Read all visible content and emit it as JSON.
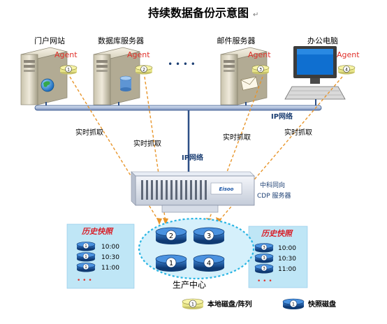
{
  "title": "持续数据备份示意图",
  "title_mark": "↵",
  "hosts": [
    {
      "label": "门户网站",
      "agent": "Agent",
      "disk": "1"
    },
    {
      "label": "数据库服务器",
      "agent": "Agent",
      "disk": "2"
    },
    {
      "label": "邮件服务器",
      "agent": "Agent",
      "disk": "3"
    },
    {
      "label": "办公电脑",
      "agent": "Agent",
      "disk": "4"
    }
  ],
  "dots": "• • • •",
  "network_top": "IP网络",
  "network_mid": "IP网络",
  "capture_labels": [
    "实时抓取",
    "实时抓取",
    "实时抓取",
    "实时抓取"
  ],
  "server": {
    "brand": "Eisoo",
    "line1": "中科同向",
    "line2": "CDP 服务器"
  },
  "center": {
    "label": "生产中心",
    "disks": [
      "2",
      "3",
      "1",
      "4"
    ]
  },
  "history_left": {
    "title": "历史快照",
    "times": [
      "10:00",
      "10:30",
      "11:00"
    ],
    "disk": "1",
    "more": "• • •"
  },
  "history_right": {
    "title": "历史快照",
    "times": [
      "10:00",
      "10:30",
      "11:00"
    ],
    "disk": "3",
    "more": "• • •"
  },
  "legend": [
    {
      "label": "本地磁盘/阵列",
      "disk": "1"
    },
    {
      "label": "快照磁盘",
      "disk": "1"
    }
  ],
  "colors": {
    "bus": "#2d4f86",
    "dashed": "#e8952a",
    "panel": "#bfe6f6",
    "panel_border": "#8ac6ea",
    "agent": "#e0302a",
    "snapshot_disk": "#1c5fa8",
    "local_disk": "#f0f08a"
  }
}
